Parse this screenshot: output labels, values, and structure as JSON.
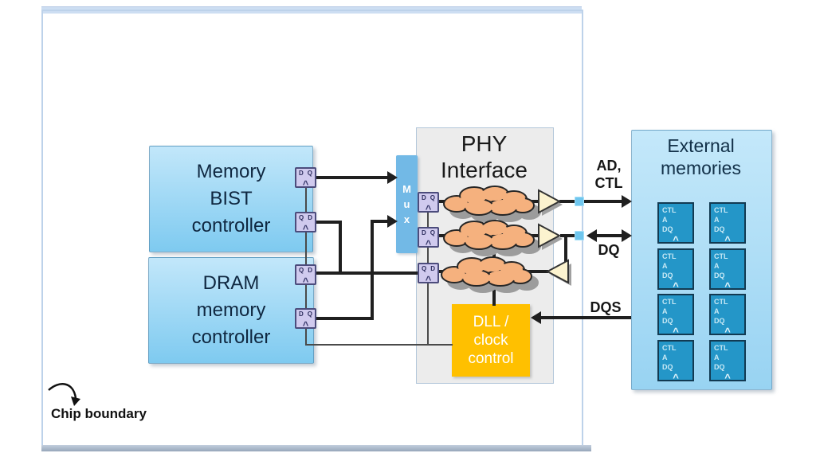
{
  "diagram": {
    "chip_boundary": {
      "label": "Chip boundary"
    },
    "bist_controller": {
      "label": "Memory\nBIST\ncontroller"
    },
    "dram_controller": {
      "label": "DRAM\nmemory\ncontroller"
    },
    "mux": {
      "letters": [
        "M",
        "u",
        "x"
      ]
    },
    "phy_interface": {
      "title": "PHY\nInterface"
    },
    "dll": {
      "label": "DLL /\nclock\ncontrol"
    },
    "external_memories": {
      "title": "External\nmemories",
      "chip_count": 8,
      "chip": {
        "ctl": "CTL",
        "a": "A",
        "dq": "DQ",
        "clock_caret": "^"
      }
    },
    "flipflop": {
      "d": "D",
      "q": "Q",
      "clock_caret": "^"
    },
    "signals": {
      "ad_ctl": "AD,\nCTL",
      "dq": "DQ",
      "dqs": "DQS"
    },
    "colors": {
      "controller_box": "#8ecff2",
      "external_box": "#a9dcf7",
      "mux": "#72b9e6",
      "dll": "#ffc000",
      "cloud": "#f5b17e",
      "memory_chip": "#2496c8",
      "flipflop_fill": "#d0caee",
      "buffer_fill": "#fcf3cf",
      "pad": "#6fc6ee",
      "boundary_border": "#bdd2ea",
      "wire": "#1f1f1f"
    }
  }
}
